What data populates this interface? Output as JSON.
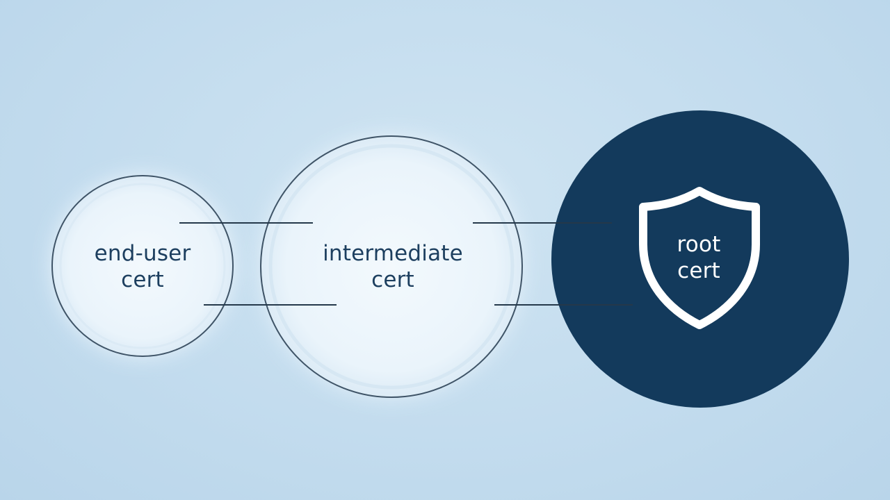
{
  "diagram": {
    "type": "certificate-chain",
    "colors": {
      "background": "#c3dcee",
      "light_circle_fill": "#eef6fc",
      "circle_stroke": "#3f5467",
      "dark_circle_fill": "#133a5c",
      "connector": "#24384a",
      "light_text": "#1d3f5f",
      "dark_text": "#ffffff"
    },
    "nodes": [
      {
        "id": "end-user",
        "line1": "end-user",
        "line2": "cert",
        "style": "light"
      },
      {
        "id": "intermediate",
        "line1": "intermediate",
        "line2": "cert",
        "style": "light"
      },
      {
        "id": "root",
        "line1": "root",
        "line2": "cert",
        "style": "dark",
        "icon": "shield-icon"
      }
    ]
  }
}
